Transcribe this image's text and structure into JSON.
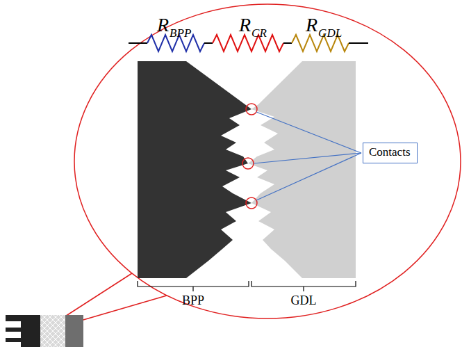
{
  "diagram": {
    "nodes": [
      {
        "text": [
          "Contacts"
        ]
      }
    ],
    "labels": [
      "R",
      "BPP",
      "R",
      "CR",
      "R",
      "GDL",
      "BPP",
      "GDL"
    ]
  }
}
